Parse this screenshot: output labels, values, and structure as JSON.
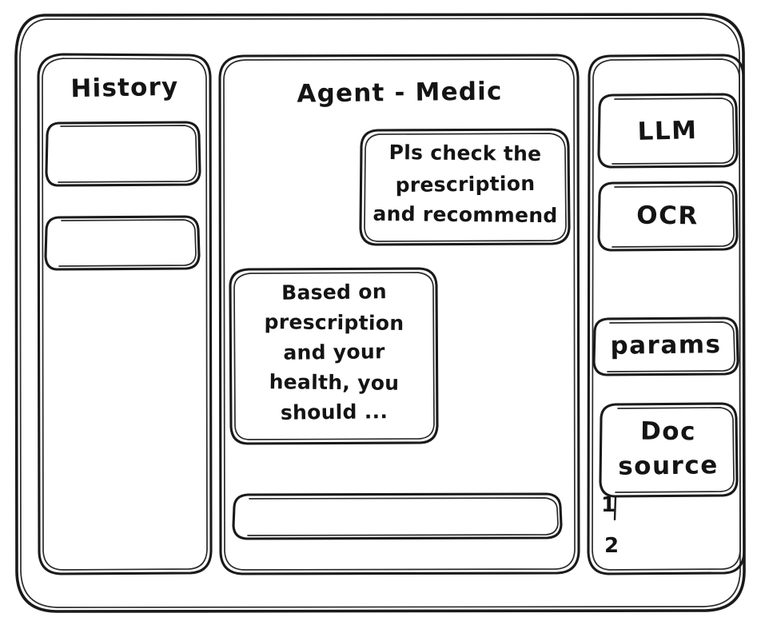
{
  "window": {
    "style": "hand-drawn wireframe sketch",
    "ink_color": "#1a1a1a",
    "background_color": "#ffffff"
  },
  "sidebar_left": {
    "title": "History",
    "items": [
      {
        "label": "",
        "name": "history-item-1"
      },
      {
        "label": "",
        "name": "history-item-2"
      }
    ]
  },
  "main": {
    "title": "Agent - Medic",
    "messages": [
      {
        "role": "user",
        "align": "right",
        "lines": [
          "Pls check the",
          "prescription",
          "and recommend"
        ],
        "text": "Pls check the prescription and recommend"
      },
      {
        "role": "agent",
        "align": "left",
        "lines": [
          "Based on",
          "prescription",
          "and your",
          "health, you",
          "should ..."
        ],
        "text": "Based on prescription and your health, you should ..."
      }
    ],
    "composer": {
      "value": "",
      "placeholder": ""
    }
  },
  "sidebar_right": {
    "buttons": [
      {
        "label": "LLM",
        "name": "llm-button"
      },
      {
        "label": "OCR",
        "name": "ocr-button"
      },
      {
        "label": "params",
        "name": "params-button"
      }
    ],
    "doc_source": {
      "lines": [
        "Doc",
        "source"
      ],
      "label": "Doc source",
      "list": [
        "1",
        "2"
      ]
    }
  }
}
